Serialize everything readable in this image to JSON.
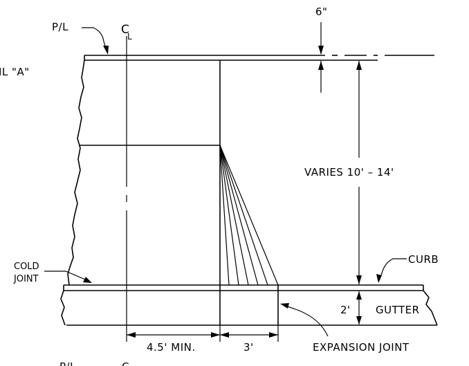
{
  "labels": {
    "property_line_top": "P/L",
    "centerline_c": "C",
    "centerline_l": "L",
    "detail_ref": "IL \"A\"",
    "top_dim": "6\"",
    "varies": "VARIES 10' – 14'",
    "curb": "CURB",
    "cold_joint_1": "COLD",
    "cold_joint_2": "JOINT",
    "gutter_dim": "2'",
    "gutter": "GUTTER",
    "min_dim": "4.5' MIN.",
    "flare_dim": "3'",
    "expansion_joint": "EXPANSION JOINT",
    "property_line_bottom": "P/L",
    "centerline_bottom": "C"
  },
  "colors": {
    "ink": "#000000",
    "paper": "#ffffff"
  }
}
